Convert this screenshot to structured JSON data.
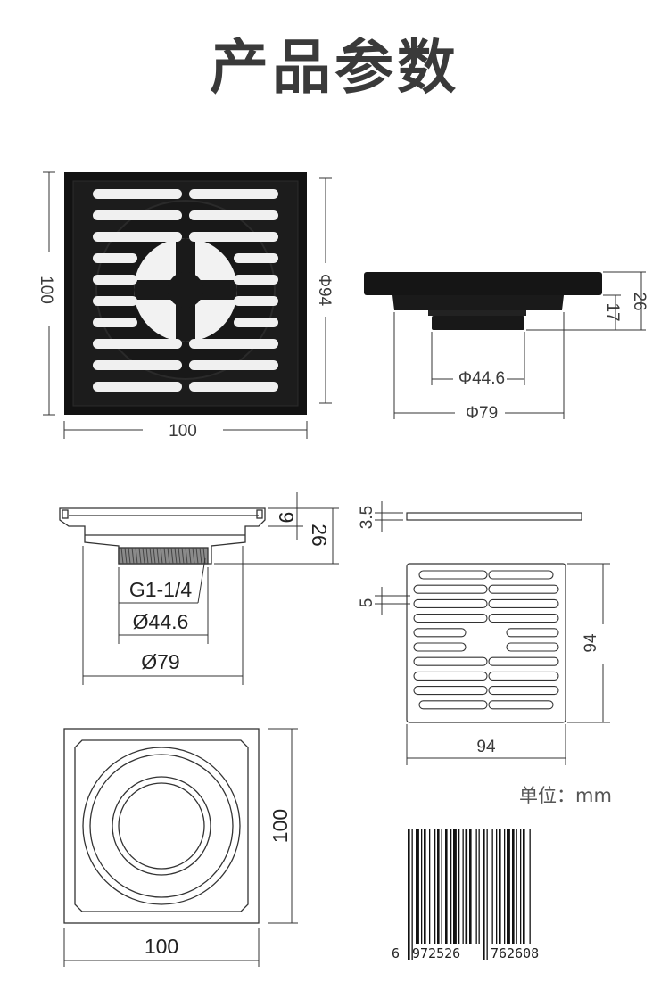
{
  "title": "产品参数",
  "top_view": {
    "width": "100",
    "height": "100",
    "grate": "Φ94"
  },
  "side_view": {
    "total_height": "26",
    "flange_height": "17",
    "outlet_dia": "Φ44.6",
    "body_dia": "Φ79"
  },
  "cross_section": {
    "thread": "G1-1/4",
    "outlet_dia": "Ø44.6",
    "body_dia": "Ø79",
    "rim_height": "9",
    "total_height": "26"
  },
  "grate_part": {
    "thickness": "3.5",
    "slot_width": "5",
    "width": "94",
    "height": "94"
  },
  "base_view": {
    "width": "100",
    "height": "100"
  },
  "unit_label": "单位：mm",
  "barcode": {
    "digits": [
      "6",
      "972526",
      "762608"
    ]
  },
  "colors": {
    "product": "#141414",
    "line": "#333333"
  }
}
